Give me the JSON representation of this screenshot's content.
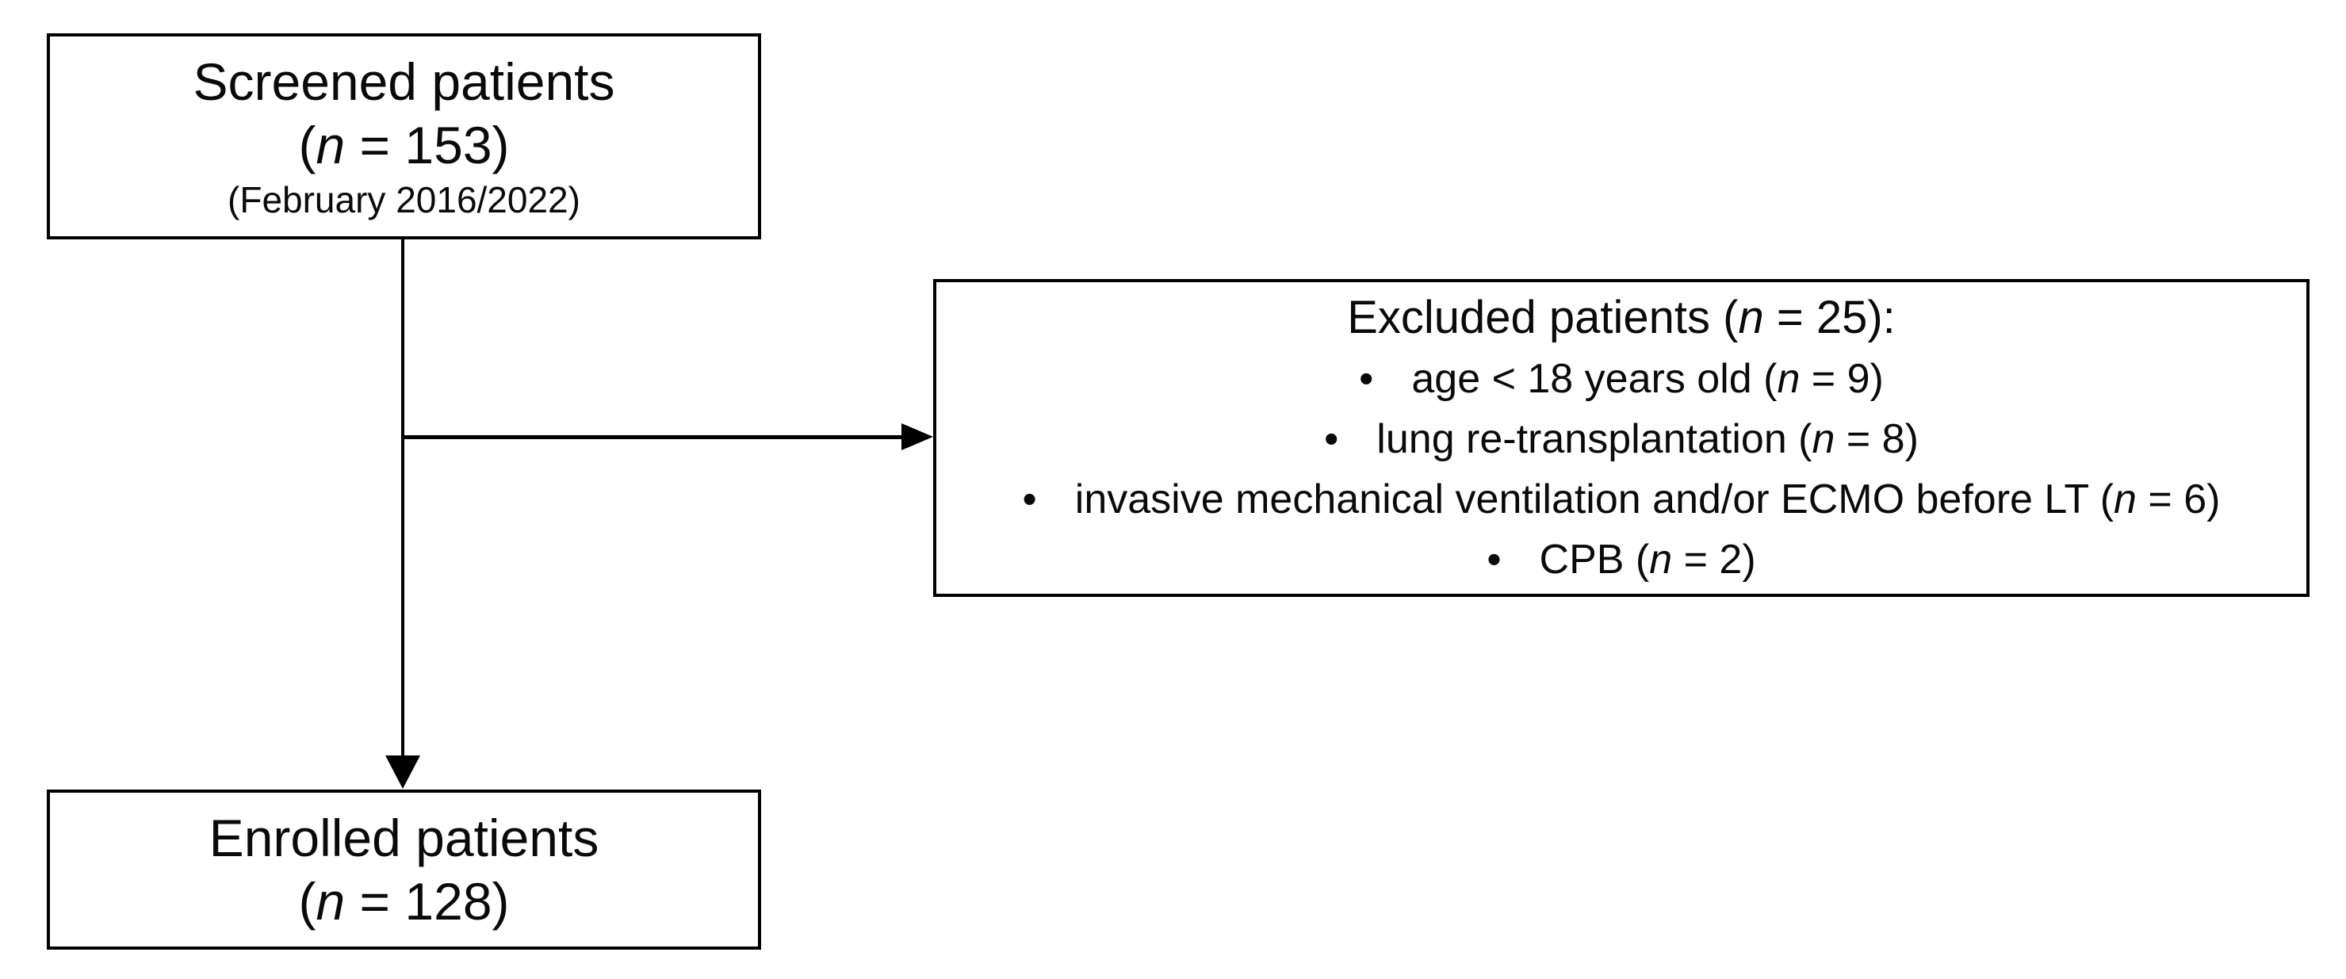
{
  "colors": {
    "box_border": "#000000",
    "text": "#0a0a0a",
    "background": "#ffffff",
    "arrow": "#000000"
  },
  "screened": {
    "title": "Screened patients",
    "count_pre": "(",
    "count_n": "n",
    "count_post": " = 153)",
    "period": "(February 2016/2022)"
  },
  "excluded": {
    "title_pre": "Excluded patients (",
    "title_n": "n",
    "title_post": " = 25):",
    "items": [
      {
        "bullet": "•",
        "pre": "age < 18 years old (",
        "n": "n",
        "post": " = 9)"
      },
      {
        "bullet": "•",
        "pre": "lung re-transplantation (",
        "n": "n",
        "post": " = 8)"
      },
      {
        "bullet": "•",
        "pre": "invasive mechanical ventilation and/or ECMO before LT (",
        "n": "n",
        "post": " = 6)"
      },
      {
        "bullet": "•",
        "pre": "CPB (",
        "n": "n",
        "post": " = 2)"
      }
    ]
  },
  "enrolled": {
    "title": "Enrolled patients",
    "count_pre": "(",
    "count_n": "n",
    "count_post": " = 128)"
  }
}
